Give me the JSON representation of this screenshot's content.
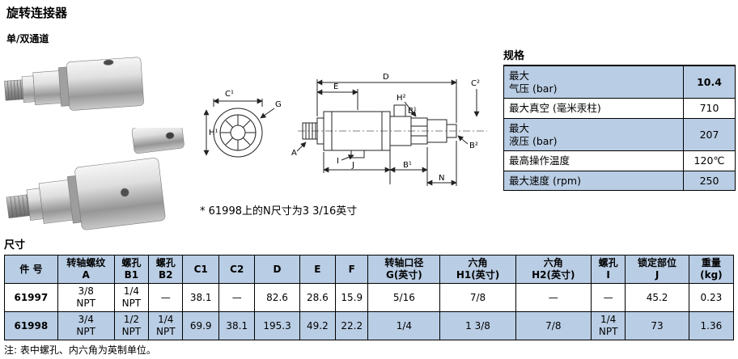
{
  "page": {
    "title": "旋转连接器",
    "subtitle": "单/双通道",
    "note": "* 61998上的N尺寸为3 3/16英寸",
    "footnote": "注: 表中螺孔、内六角为英制单位。"
  },
  "colors": {
    "highlight": "#b9cde4",
    "border": "#000000"
  },
  "specs": {
    "title": "规格",
    "rows": [
      {
        "label": "最大\n气压 (bar)",
        "value": "10.4"
      },
      {
        "label": "最大真空 (毫米汞柱)",
        "value": "710"
      },
      {
        "label": "最大\n液压 (bar)",
        "value": "207"
      },
      {
        "label": "最高操作温度",
        "value": "120℃"
      },
      {
        "label": "最大速度 (rpm)",
        "value": "250"
      }
    ]
  },
  "dimensions": {
    "title": "尺寸",
    "headers": [
      "件 号",
      "转轴螺纹\nA",
      "螺孔\nB1",
      "螺孔\nB2",
      "C1",
      "C2",
      "D",
      "E",
      "F",
      "转轴口径\nG(英寸)",
      "六角\nH1(英寸)",
      "六角\nH2(英寸)",
      "螺孔\nI",
      "锁定部位\nJ",
      "重量\n(kg)"
    ],
    "rows": [
      {
        "part": "61997",
        "cells": [
          "3/8\nNPT",
          "1/4\nNPT",
          "—",
          "38.1",
          "—",
          "82.6",
          "28.6",
          "15.9",
          "5/16",
          "7/8",
          "—",
          "—",
          "45.2",
          "0.23"
        ]
      },
      {
        "part": "61998",
        "cells": [
          "3/4\nNPT",
          "1/2\nNPT",
          "1/4\nNPT",
          "69.9",
          "38.1",
          "195.3",
          "49.2",
          "22.2",
          "1/4",
          "1 3/8",
          "7/8",
          "1/4\nNPT",
          "73",
          "1.36"
        ]
      }
    ]
  },
  "drawing": {
    "labels": {
      "c1": "C¹",
      "g": "G",
      "h1": "H¹",
      "a": "A",
      "e": "E",
      "d": "D",
      "c2": "C²",
      "h2": "H²",
      "b1_top": "B¹",
      "b2_right": "B²",
      "i": "I",
      "j": "J",
      "b1_bottom": "B¹",
      "n": "N"
    }
  }
}
